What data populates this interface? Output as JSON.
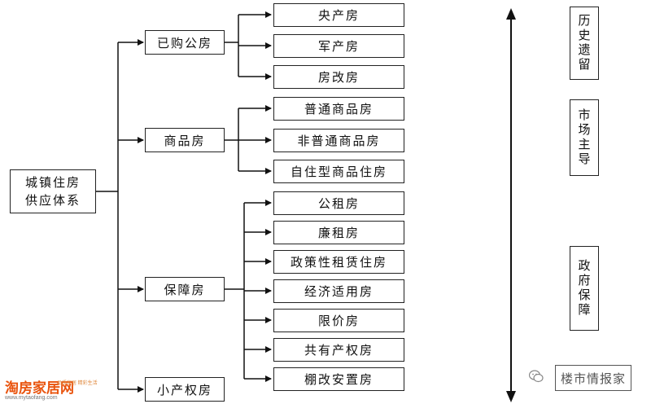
{
  "root": {
    "line1": "城镇住房",
    "line2": "供应体系"
  },
  "categories": [
    {
      "label": "已购公房",
      "children": [
        "央产房",
        "军产房",
        "房改房"
      ]
    },
    {
      "label": "商品房",
      "children": [
        "普通商品房",
        "非普通商品房",
        "自住型商品住房"
      ]
    },
    {
      "label": "保障房",
      "children": [
        "公租房",
        "廉租房",
        "政策性租赁住房",
        "经济适用房",
        "限价房",
        "共有产权房",
        "棚改安置房"
      ]
    },
    {
      "label": "小产权房",
      "children": []
    }
  ],
  "axis_labels": [
    "历史遗留",
    "市场主导",
    "政府保障"
  ],
  "watermark": {
    "left_brand": "淘房家居网",
    "left_url": "www.mytaofang.com",
    "left_tag": "品质家居 精彩生活",
    "right_text": "楼市情报家"
  }
}
